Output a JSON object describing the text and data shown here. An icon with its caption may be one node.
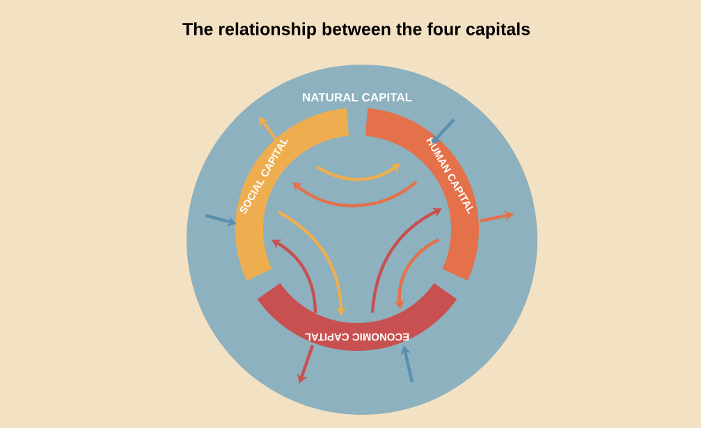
{
  "diagram": {
    "title": "The relationship between the four capitals",
    "nodes": [
      {
        "text": [
          "NATURAL CAPITAL"
        ]
      },
      {
        "text": [
          "SOCIAL CAPITAL"
        ],
        "in": 0
      },
      {
        "text": [
          "HUMAN CAPITAL"
        ],
        "in": 0
      },
      {
        "text": [
          "ECONOMIC CAPITAL"
        ],
        "in": 0
      }
    ],
    "edges": [
      {
        "from": 1,
        "to": 2,
        "arrow": "to",
        "color": "#eeae4f"
      },
      {
        "from": 2,
        "to": 1,
        "arrow": "to",
        "color": "#e4714a"
      },
      {
        "from": 1,
        "to": 3,
        "arrow": "to",
        "color": "#eeae4f"
      },
      {
        "from": 3,
        "to": 1,
        "arrow": "to",
        "color": "#c85050"
      },
      {
        "from": 3,
        "to": 2,
        "arrow": "to",
        "color": "#c85050"
      },
      {
        "from": 2,
        "to": 3,
        "arrow": "to",
        "color": "#e4714a"
      },
      {
        "from": 1,
        "to": null,
        "arrow": "to",
        "color": "#eeae4f"
      },
      {
        "from": 2,
        "to": null,
        "arrow": "to",
        "color": "#e4714a"
      },
      {
        "from": 3,
        "to": null,
        "arrow": "to",
        "color": "#c85050"
      },
      {
        "from": null,
        "to": 1,
        "arrow": "to",
        "color": "#5a8fb0"
      },
      {
        "from": null,
        "to": 2,
        "arrow": "to",
        "color": "#5a8fb0"
      },
      {
        "from": null,
        "to": 3,
        "arrow": "to",
        "color": "#5a8fb0"
      }
    ]
  }
}
